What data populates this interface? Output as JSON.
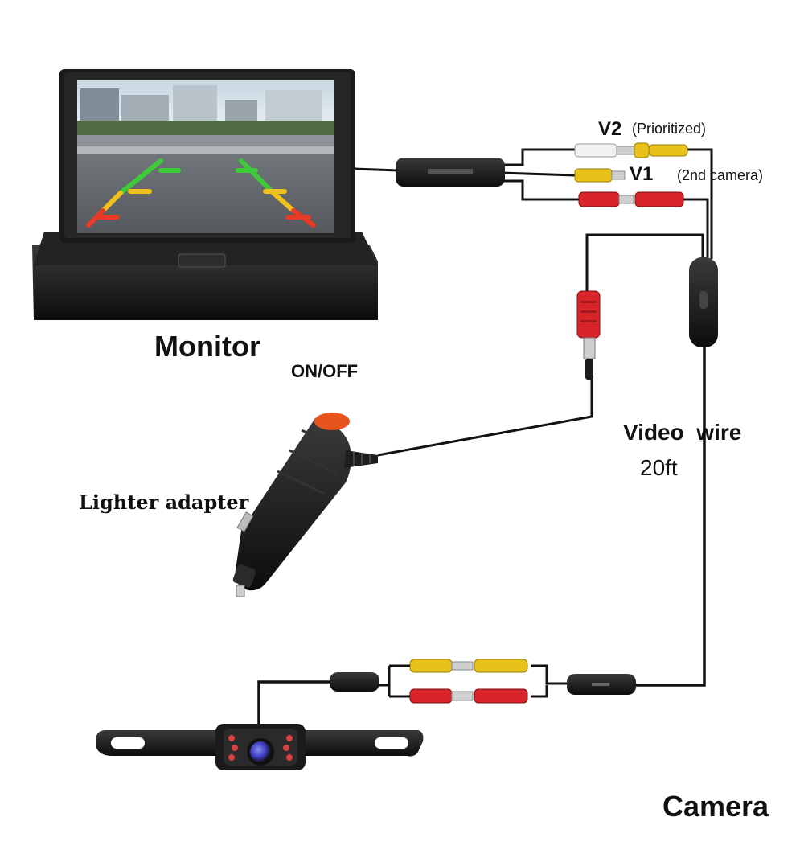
{
  "labels": {
    "monitor": "Monitor",
    "on_off": "ON/OFF",
    "lighter_adapter": "Lighter adapter",
    "video_wire": "Video  wire",
    "length": "20ft",
    "camera": "Camera",
    "v1": "V1",
    "v2": "V2",
    "v2_note": "(Prioritized)",
    "second_camera": "(2nd camera)"
  },
  "colors": {
    "wire": "#111111",
    "rca_yellow": "#e8c21a",
    "rca_red": "#d9252a",
    "rca_white": "#f2f2f2",
    "switch_orange": "#e8541e",
    "sky": "#dfe9ef",
    "road": "#6d7278",
    "guide_green": "#3ecb3a",
    "guide_yellow": "#f2c21a",
    "guide_red": "#e83a24",
    "ir_led": "#d94040",
    "lens": "#3b3dbf"
  },
  "icons": [
    "monitor-icon",
    "lighter-adapter-icon",
    "camera-icon",
    "rca-connector-icon"
  ]
}
